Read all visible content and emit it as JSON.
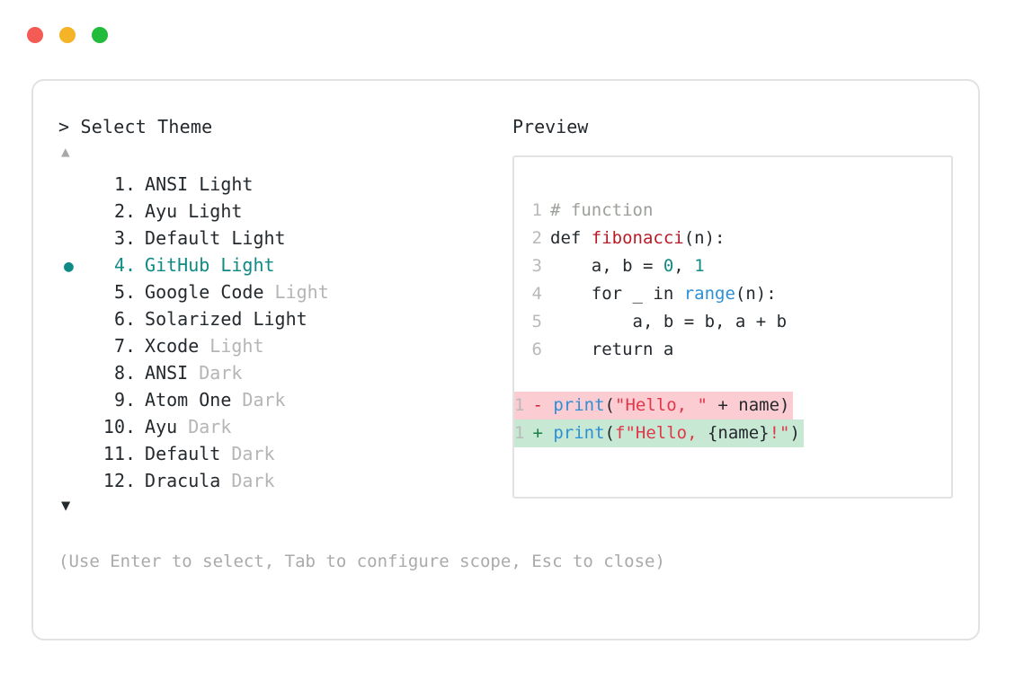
{
  "titlebar": {
    "dots": [
      {
        "name": "close",
        "color": "#f45b54"
      },
      {
        "name": "minimize",
        "color": "#f5b327"
      },
      {
        "name": "maximize",
        "color": "#22bb3b"
      }
    ]
  },
  "left": {
    "prompt_symbol": ">",
    "prompt_label": "Select Theme",
    "scroll_up_icon": "▲",
    "scroll_down_icon": "▼",
    "selected_index": 4,
    "selected_marker": "●",
    "items": [
      {
        "index": "1",
        "dot": ".",
        "label": "ANSI",
        "suffix": "Light",
        "suffix_muted": false,
        "selected": false
      },
      {
        "index": "2",
        "dot": ".",
        "label": "Ayu",
        "suffix": "Light",
        "suffix_muted": false,
        "selected": false
      },
      {
        "index": "3",
        "dot": ".",
        "label": "Default",
        "suffix": "Light",
        "suffix_muted": false,
        "selected": false
      },
      {
        "index": "4",
        "dot": ".",
        "label": "GitHub",
        "suffix": "Light",
        "suffix_muted": false,
        "selected": true
      },
      {
        "index": "5",
        "dot": ".",
        "label": "Google Code",
        "suffix": "Light",
        "suffix_muted": true,
        "selected": false
      },
      {
        "index": "6",
        "dot": ".",
        "label": "Solarized",
        "suffix": "Light",
        "suffix_muted": false,
        "selected": false
      },
      {
        "index": "7",
        "dot": ".",
        "label": "Xcode",
        "suffix": "Light",
        "suffix_muted": true,
        "selected": false
      },
      {
        "index": "8",
        "dot": ".",
        "label": "ANSI",
        "suffix": "Dark",
        "suffix_muted": true,
        "selected": false
      },
      {
        "index": "9",
        "dot": ".",
        "label": "Atom One",
        "suffix": "Dark",
        "suffix_muted": true,
        "selected": false
      },
      {
        "index": "10",
        "dot": ".",
        "label": "Ayu",
        "suffix": "Dark",
        "suffix_muted": true,
        "selected": false
      },
      {
        "index": "11",
        "dot": ".",
        "label": "Default",
        "suffix": "Dark",
        "suffix_muted": true,
        "selected": false
      },
      {
        "index": "12",
        "dot": ".",
        "label": "Dracula",
        "suffix": "Dark",
        "suffix_muted": true,
        "selected": false
      }
    ]
  },
  "preview": {
    "title": "Preview",
    "code_lines": [
      {
        "num": "1",
        "tokens": [
          {
            "t": "# function",
            "c": "comment"
          }
        ]
      },
      {
        "num": "2",
        "tokens": [
          {
            "t": "def ",
            "c": "kw"
          },
          {
            "t": "fibonacci",
            "c": "func"
          },
          {
            "t": "(n):",
            "c": "plain"
          }
        ]
      },
      {
        "num": "3",
        "tokens": [
          {
            "t": "    a, b = ",
            "c": "plain"
          },
          {
            "t": "0",
            "c": "num"
          },
          {
            "t": ", ",
            "c": "plain"
          },
          {
            "t": "1",
            "c": "num"
          }
        ]
      },
      {
        "num": "4",
        "tokens": [
          {
            "t": "    for _ in ",
            "c": "plain"
          },
          {
            "t": "range",
            "c": "builtin"
          },
          {
            "t": "(n):",
            "c": "plain"
          }
        ]
      },
      {
        "num": "5",
        "tokens": [
          {
            "t": "        a, b = b, a + b",
            "c": "plain"
          }
        ]
      },
      {
        "num": "6",
        "tokens": [
          {
            "t": "    return a",
            "c": "plain"
          }
        ]
      }
    ],
    "diff_lines": [
      {
        "num": "1",
        "kind": "del",
        "sign": "-",
        "tokens": [
          {
            "t": "print",
            "c": "builtin"
          },
          {
            "t": "(",
            "c": "plain"
          },
          {
            "t": "\"Hello, \"",
            "c": "str"
          },
          {
            "t": " + name)",
            "c": "plain"
          }
        ]
      },
      {
        "num": "1",
        "kind": "add",
        "sign": "+",
        "tokens": [
          {
            "t": "print",
            "c": "builtin"
          },
          {
            "t": "(",
            "c": "plain"
          },
          {
            "t": "f\"Hello, ",
            "c": "str"
          },
          {
            "t": "{name}",
            "c": "plain"
          },
          {
            "t": "!\"",
            "c": "str"
          },
          {
            "t": ")",
            "c": "plain"
          }
        ]
      }
    ]
  },
  "footer": {
    "hint": "(Use Enter to select, Tab to configure scope, Esc to close)"
  },
  "colors": {
    "accent_teal": "#0f8a85",
    "text": "#24292e",
    "muted": "#b5b5b8",
    "border": "#e2e2e4",
    "diff_del_bg": "#fbcdd2",
    "diff_add_bg": "#c7e9d4"
  }
}
